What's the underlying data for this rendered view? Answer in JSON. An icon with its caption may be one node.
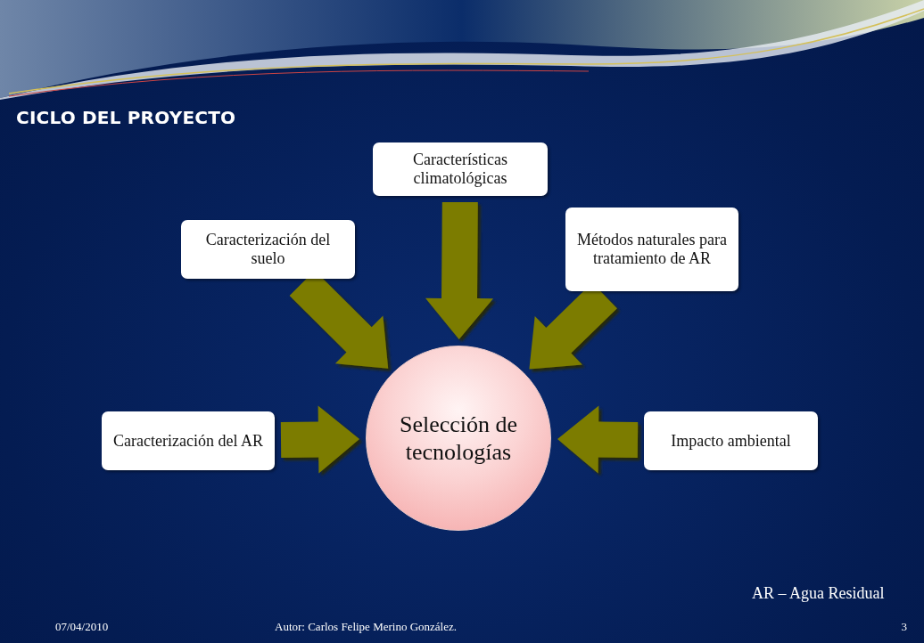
{
  "diagram": {
    "title": "CICLO DEL PROYECTO",
    "nodes": [
      {
        "text": [
          "Características climatológicas"
        ]
      },
      {
        "text": [
          "Caracterización del suelo"
        ]
      },
      {
        "text": [
          "Métodos naturales para tratamiento de AR"
        ]
      },
      {
        "text": [
          "Caracterización del AR"
        ]
      },
      {
        "text": [
          "Selección de tecnologías"
        ]
      },
      {
        "text": [
          "Impacto ambiental"
        ]
      }
    ],
    "edges": [
      {
        "from": 0,
        "to": 4,
        "arrow": "to"
      },
      {
        "from": 1,
        "to": 4,
        "arrow": "to"
      },
      {
        "from": 2,
        "to": 4,
        "arrow": "to"
      },
      {
        "from": 3,
        "to": 4,
        "arrow": "to"
      },
      {
        "from": 5,
        "to": 4,
        "arrow": "to"
      }
    ],
    "labels": [
      "AR – Agua Residual",
      "07/04/2010",
      "Autor: Carlos Felipe Merino González.",
      "3"
    ]
  }
}
